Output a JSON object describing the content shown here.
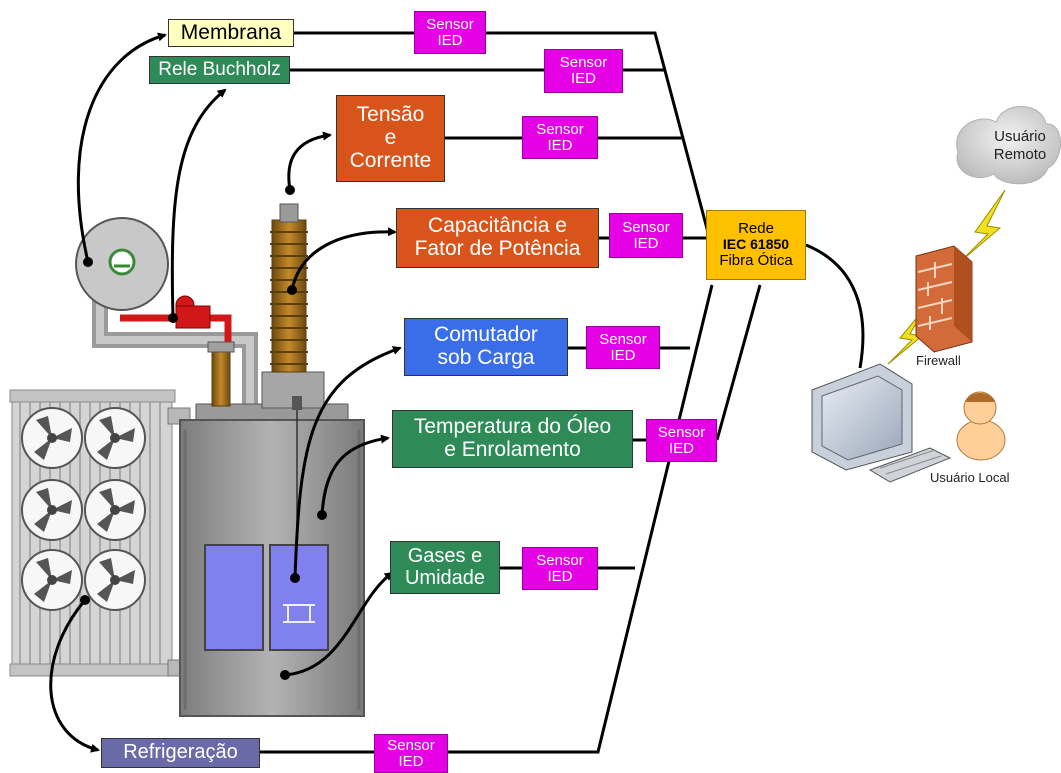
{
  "labels": {
    "membrana": "Membrana",
    "buchholz": "Rele Buchholz",
    "tensao": [
      "Tensão",
      "e",
      "Corrente"
    ],
    "capacitancia": [
      "Capacitância e",
      "Fator de Potência"
    ],
    "comutador": [
      "Comutador",
      "sob Carga"
    ],
    "temperatura": [
      "Temperatura do Óleo",
      "e Enrolamento"
    ],
    "gases": [
      "Gases e",
      "Umidade"
    ],
    "refrigeracao": "Refrigeração"
  },
  "sensor": {
    "line1": "Sensor",
    "line2": "IED"
  },
  "rede": {
    "line1": "Rede",
    "line2": "IEC 61850",
    "line3": "Fibra Ótica"
  },
  "remote_user": [
    "Usuário",
    "Remoto"
  ],
  "firewall": "Firewall",
  "local_user": "Usuário Local",
  "colors": {
    "membrana": "#ffffc0",
    "buchholz": "#2e8b57",
    "tensao": "#d9541a",
    "capacitancia": "#d9541a",
    "comutador": "#3a6ee8",
    "temperatura": "#2e8b57",
    "gases": "#2e8b57",
    "refrigeracao": "#6a6aa8",
    "sensor": "#e600e6",
    "rede": "#ffc000",
    "wire": "#000000"
  }
}
